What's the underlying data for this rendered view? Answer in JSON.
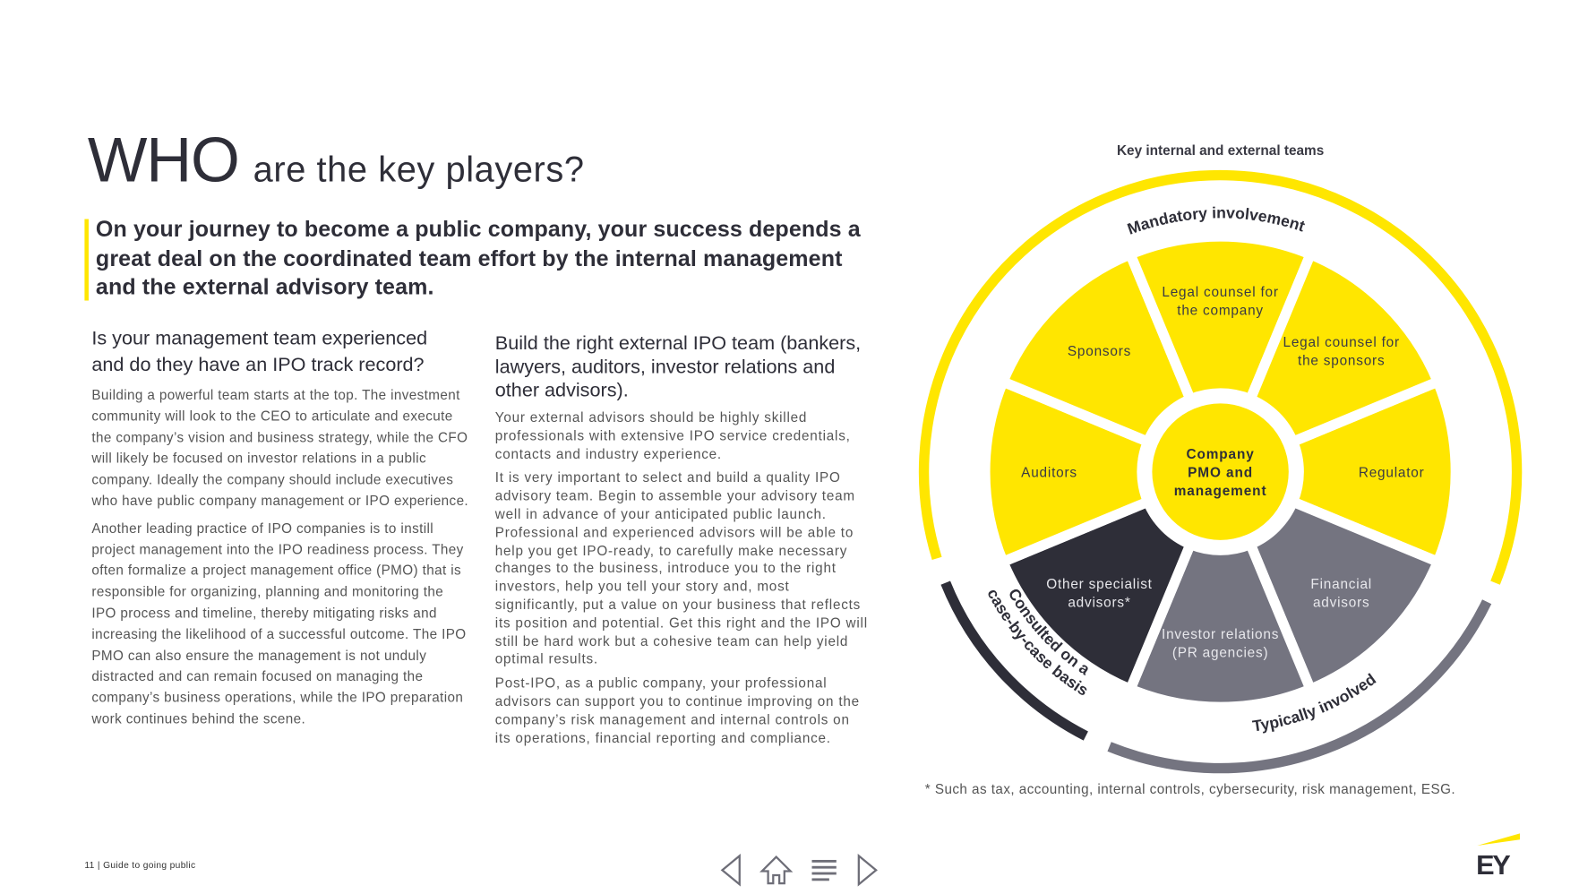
{
  "header": {
    "title_big": "WHO",
    "title_rest": "are the key players?",
    "intro_lines": [
      "On your journey to become a public company, your success depends a",
      "great deal on the coordinated team effort by the internal management",
      "and the external advisory team."
    ]
  },
  "left_column": {
    "heading_lines": [
      "Is your management team experienced",
      "and do they have an IPO track record?"
    ],
    "paragraphs": [
      [
        "Building a powerful team starts at the top. The investment",
        "community will look to the CEO to articulate and execute",
        "the company’s vision and business strategy, while the CFO",
        "will likely be focused on investor relations in a public",
        "company. Ideally the company should include executives",
        "who have public company management or IPO experience."
      ],
      [
        "Another leading practice of IPO companies is to instill",
        "project management into the IPO readiness process. They",
        "often formalize a project management office (PMO) that is",
        "responsible for organizing, planning and monitoring the",
        "IPO process and timeline, thereby mitigating risks and",
        "increasing the likelihood of a successful outcome. The IPO",
        "PMO can also ensure the management is not unduly",
        "distracted and can remain focused on managing the",
        "company’s business operations, while the IPO preparation",
        "work continues behind the scene."
      ]
    ]
  },
  "right_column": {
    "heading_lines": [
      "Build the right external IPO team (bankers,",
      "lawyers, auditors, investor relations and",
      "other advisors)."
    ],
    "paragraphs": [
      [
        "Your external advisors should be highly skilled",
        "professionals with extensive IPO service credentials,",
        "contacts and industry experience."
      ],
      [
        "It is very important to select and build a quality IPO",
        "advisory team. Begin to assemble your advisory team",
        "well in advance of your anticipated public launch.",
        "Professional and experienced advisors will be able to",
        "help you get IPO-ready, to carefully make necessary",
        "changes to the business, introduce you to the right",
        "investors, help you tell your story and, most",
        "significantly, put a value on your business that reflects",
        "its position and potential. Get this right and the IPO will",
        "still be hard work but a cohesive team can help yield",
        "optimal results."
      ],
      [
        "Post-IPO, as a public company, your professional",
        "advisors can support you to continue improving on the",
        "company’s risk management and internal controls on",
        "its operations, financial reporting and compliance."
      ]
    ]
  },
  "diagram": {
    "title": "Key internal and external teams",
    "center_lines": [
      "Company",
      "PMO and",
      "management"
    ],
    "segments": [
      {
        "lines": [
          "Regulator"
        ],
        "group": "mandatory"
      },
      {
        "lines": [
          "Financial",
          "advisors"
        ],
        "group": "typical"
      },
      {
        "lines": [
          "Investor relations",
          "(PR agencies)"
        ],
        "group": "typical"
      },
      {
        "lines": [
          "Other specialist",
          "advisors*"
        ],
        "group": "consulted"
      },
      {
        "lines": [
          "Auditors"
        ],
        "group": "mandatory"
      },
      {
        "lines": [
          "Sponsors"
        ],
        "group": "mandatory"
      },
      {
        "lines": [
          "Legal counsel for",
          "the company"
        ],
        "group": "mandatory"
      },
      {
        "lines": [
          "Legal counsel for",
          "the sponsors"
        ],
        "group": "mandatory"
      }
    ],
    "ring_labels": {
      "mandatory": "Mandatory involvement",
      "typical": "Typically involved",
      "consulted_1": "Consulted on a",
      "consulted_2": "case-by-case basis"
    },
    "colors": {
      "mandatory": "#ffe600",
      "typical": "#747480",
      "consulted": "#2e2e38"
    },
    "footnote": "* Such as tax, accounting, internal controls, cybersecurity, risk management, ESG."
  },
  "footer": {
    "page_label": "11 | Guide to going public",
    "logo_text": "EY"
  },
  "nav": {
    "icons": [
      "previous-page-icon",
      "home-icon",
      "menu-icon",
      "next-page-icon"
    ]
  }
}
